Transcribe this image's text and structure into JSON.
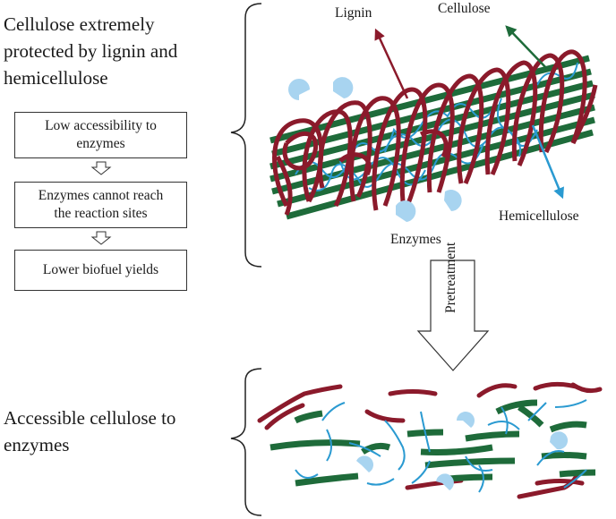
{
  "top_section": {
    "heading_line1": "Cellulose extremely",
    "heading_line2": "protected by lignin and",
    "heading_line3": "hemicellulose"
  },
  "flow_boxes": [
    {
      "line1": "Low accessibility to",
      "line2": "enzymes"
    },
    {
      "line1": "Enzymes cannot reach",
      "line2": "the reaction sites"
    },
    {
      "line1": "Lower biofuel yields",
      "line2": ""
    }
  ],
  "labels": {
    "lignin": "Lignin",
    "cellulose": "Cellulose",
    "hemicellulose": "Hemicellulose",
    "enzymes": "Enzymes",
    "pretreatment": "Pretreatment"
  },
  "bottom_section": {
    "heading_line1": "Accessible cellulose to",
    "heading_line2": "enzymes"
  },
  "colors": {
    "cellulose": "#1e6b3a",
    "lignin": "#8b1a2b",
    "hemicellulose": "#2a9ad1",
    "enzyme": "#a8d4f0"
  }
}
